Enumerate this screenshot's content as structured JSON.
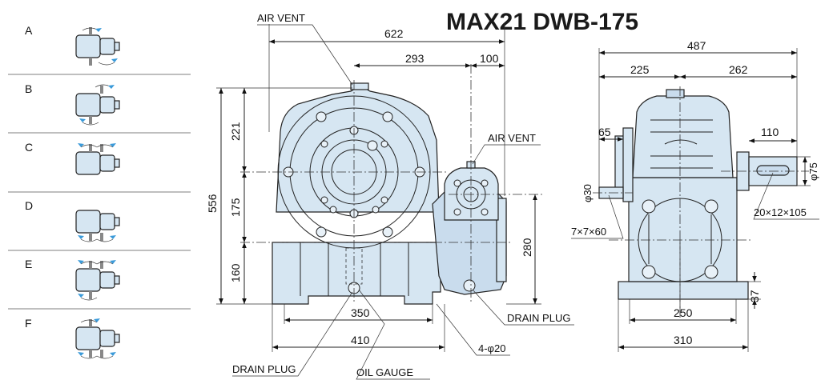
{
  "title": "MAX21 DWB-175",
  "mounting": {
    "positions": [
      "A",
      "B",
      "C",
      "D",
      "E",
      "F"
    ]
  },
  "front_view": {
    "labels": {
      "air_vent_top": "AIR VENT",
      "air_vent_side": "AIR VENT",
      "drain_plug_right": "DRAIN PLUG",
      "drain_plug_bottom": "DRAIN PLUG",
      "oil_gauge": "OIL GAUGE",
      "bolt_holes": "4-φ20"
    },
    "dims": {
      "overall_width": "622",
      "center_to_input": "293",
      "input_offset": "100",
      "overall_height": "556",
      "upper_height": "221",
      "mid_height": "175",
      "base_height": "160",
      "input_height": "280",
      "bolt_span": "350",
      "base_width": "410"
    }
  },
  "side_view": {
    "labels": {
      "shaft_small": "φ30",
      "key_small": "7×7×60",
      "shaft_large": "φ75",
      "key_large": "20×12×105"
    },
    "dims": {
      "overall_width": "487",
      "left_width": "225",
      "right_width": "262",
      "small_shaft_len": "65",
      "large_shaft_len": "110",
      "base_thickness": "37",
      "bolt_span": "250",
      "base_width": "310"
    }
  }
}
